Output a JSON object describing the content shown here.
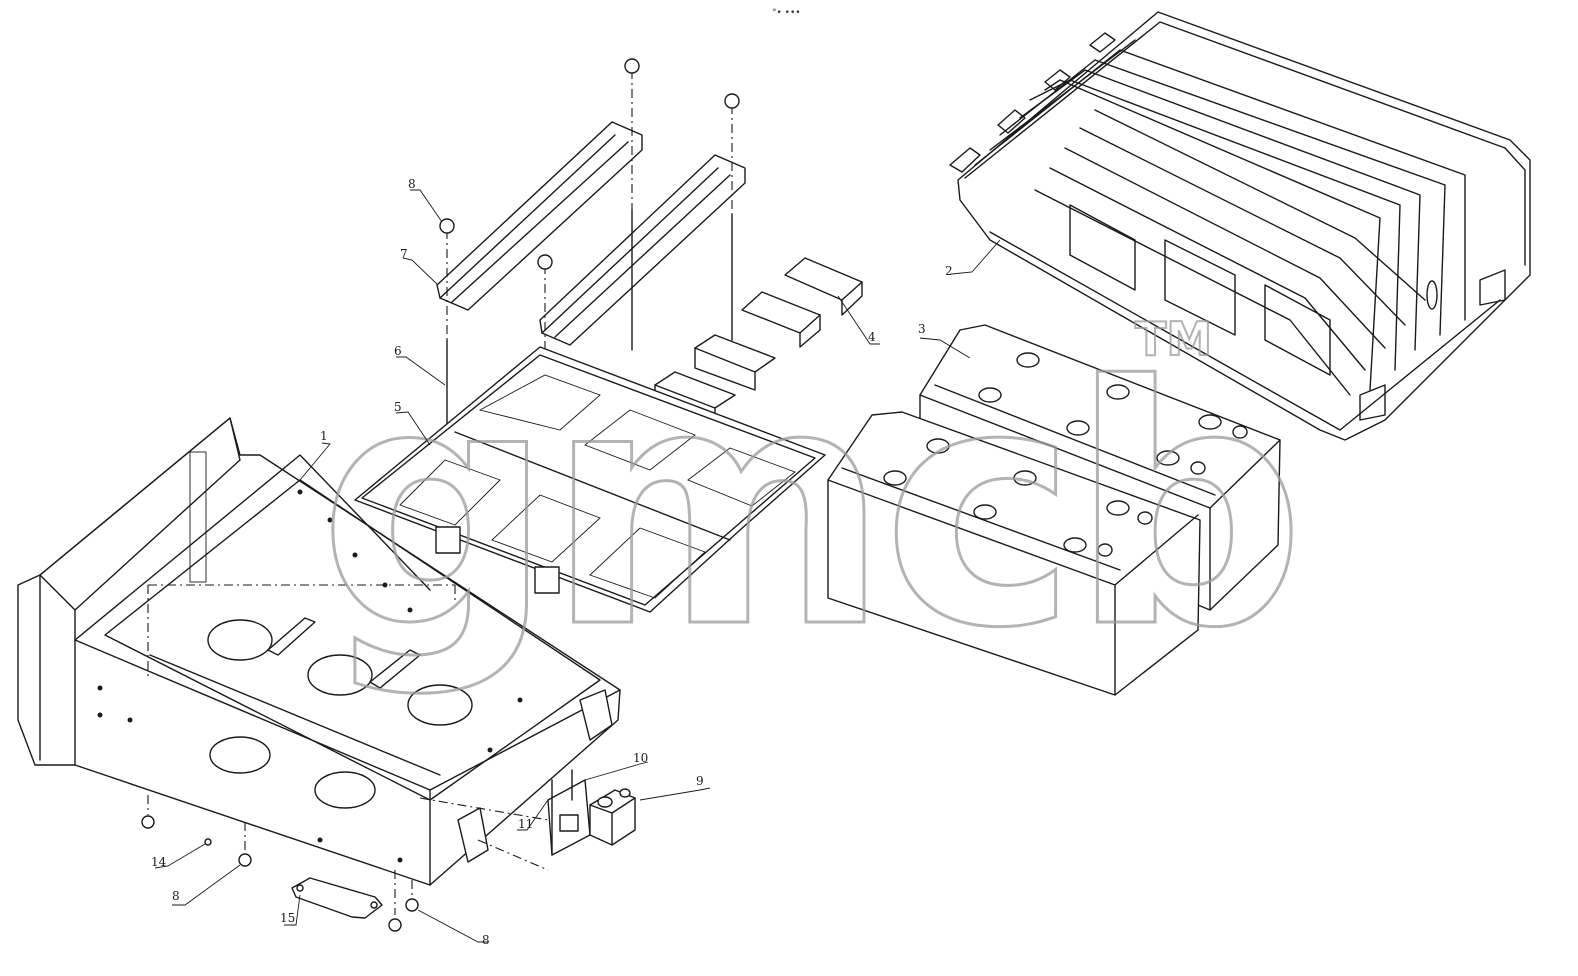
{
  "header": {
    "text": "°• •••"
  },
  "watermark": {
    "text": "gmcb",
    "trademark": "TM"
  },
  "callouts": [
    {
      "id": "c1",
      "label": "1"
    },
    {
      "id": "c2",
      "label": "2"
    },
    {
      "id": "c3",
      "label": "3"
    },
    {
      "id": "c4",
      "label": "4"
    },
    {
      "id": "c5",
      "label": "5"
    },
    {
      "id": "c6",
      "label": "6"
    },
    {
      "id": "c7",
      "label": "7"
    },
    {
      "id": "c8a",
      "label": "8"
    },
    {
      "id": "c8b",
      "label": "8"
    },
    {
      "id": "c8c",
      "label": "8"
    },
    {
      "id": "c9",
      "label": "9"
    },
    {
      "id": "c10",
      "label": "10"
    },
    {
      "id": "c11",
      "label": "11"
    },
    {
      "id": "c14",
      "label": "14"
    },
    {
      "id": "c15",
      "label": "15"
    }
  ]
}
